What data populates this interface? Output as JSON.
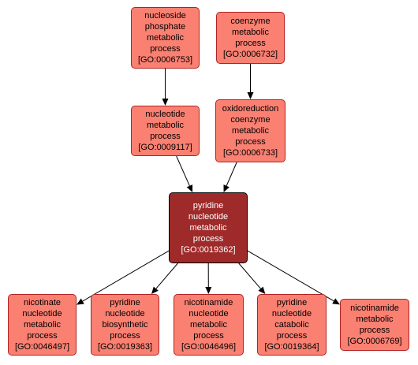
{
  "nodes": [
    {
      "id": "n6753",
      "lines": [
        "nucleoside",
        "phosphate",
        "metabolic",
        "process",
        "[GO:0006753]"
      ],
      "focus": false
    },
    {
      "id": "n6732",
      "lines": [
        "coenzyme",
        "metabolic",
        "process",
        "[GO:0006732]"
      ],
      "focus": false
    },
    {
      "id": "n9117",
      "lines": [
        "nucleotide",
        "metabolic",
        "process",
        "[GO:0009117]"
      ],
      "focus": false
    },
    {
      "id": "n6733",
      "lines": [
        "oxidoreduction",
        "coenzyme",
        "metabolic",
        "process",
        "[GO:0006733]"
      ],
      "focus": false
    },
    {
      "id": "n19362",
      "lines": [
        "pyridine",
        "nucleotide",
        "metabolic",
        "process",
        "[GO:0019362]"
      ],
      "focus": true
    },
    {
      "id": "n46497",
      "lines": [
        "nicotinate",
        "nucleotide",
        "metabolic",
        "process",
        "[GO:0046497]"
      ],
      "focus": false
    },
    {
      "id": "n19363",
      "lines": [
        "pyridine",
        "nucleotide",
        "biosynthetic",
        "process",
        "[GO:0019363]"
      ],
      "focus": false
    },
    {
      "id": "n46496",
      "lines": [
        "nicotinamide",
        "nucleotide",
        "metabolic",
        "process",
        "[GO:0046496]"
      ],
      "focus": false
    },
    {
      "id": "n19364",
      "lines": [
        "pyridine",
        "nucleotide",
        "catabolic",
        "process",
        "[GO:0019364]"
      ],
      "focus": false
    },
    {
      "id": "n6769",
      "lines": [
        "nicotinamide",
        "metabolic",
        "process",
        "[GO:0006769]"
      ],
      "focus": false
    }
  ],
  "edges": [
    {
      "from": "n6753",
      "to": "n9117"
    },
    {
      "from": "n6732",
      "to": "n6733"
    },
    {
      "from": "n9117",
      "to": "n19362"
    },
    {
      "from": "n6733",
      "to": "n19362"
    },
    {
      "from": "n19362",
      "to": "n46497"
    },
    {
      "from": "n19362",
      "to": "n19363"
    },
    {
      "from": "n19362",
      "to": "n46496"
    },
    {
      "from": "n19362",
      "to": "n19364"
    },
    {
      "from": "n19362",
      "to": "n6769"
    }
  ],
  "colors": {
    "node_fill": "#fa8072",
    "node_border": "#b22222",
    "focus_fill": "#9e2a2a",
    "edge": "#000000"
  }
}
